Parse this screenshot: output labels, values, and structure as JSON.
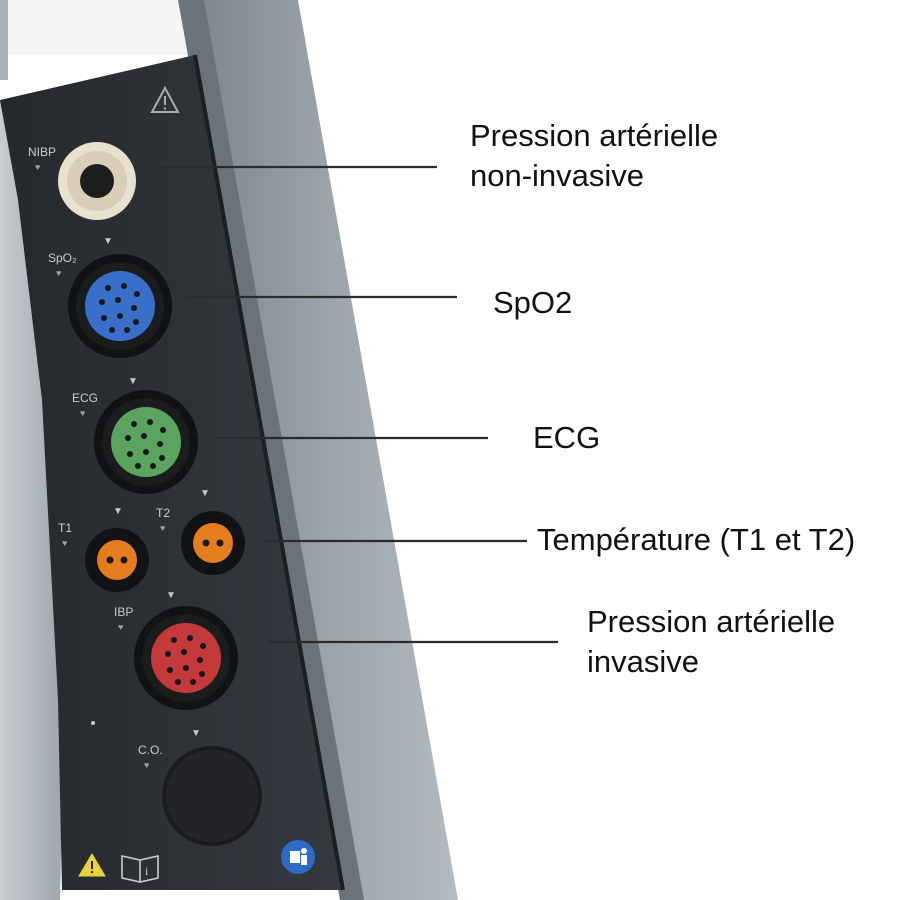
{
  "panel": {
    "port_labels": {
      "nibp": "NIBP",
      "spo2": "SpO₂",
      "ecg": "ECG",
      "t1": "T1",
      "t2": "T2",
      "ibp": "IBP",
      "co": "C.O."
    },
    "icons": [
      "warning-triangle-icon",
      "caution-triangle-icon",
      "manual-book-icon",
      "operator-manual-icon",
      "defib-proof-icon"
    ]
  },
  "callouts": {
    "nibp": [
      "Pression artérielle",
      "non-invasive"
    ],
    "spo2": "SpO2",
    "ecg": "ECG",
    "temperature": "Température (T1 et T2)",
    "ibp": [
      "Pression artérielle",
      "invasive"
    ]
  },
  "colors": {
    "panel": "#2d3136",
    "housing": "#8d969e",
    "nibp_connector": "#e9e1cf",
    "spo2_connector": "#3a6fc9",
    "ecg_connector": "#5ba35e",
    "temp_connector": "#e57d1f",
    "ibp_connector": "#c43a3a",
    "line": "#2b2b2b"
  }
}
